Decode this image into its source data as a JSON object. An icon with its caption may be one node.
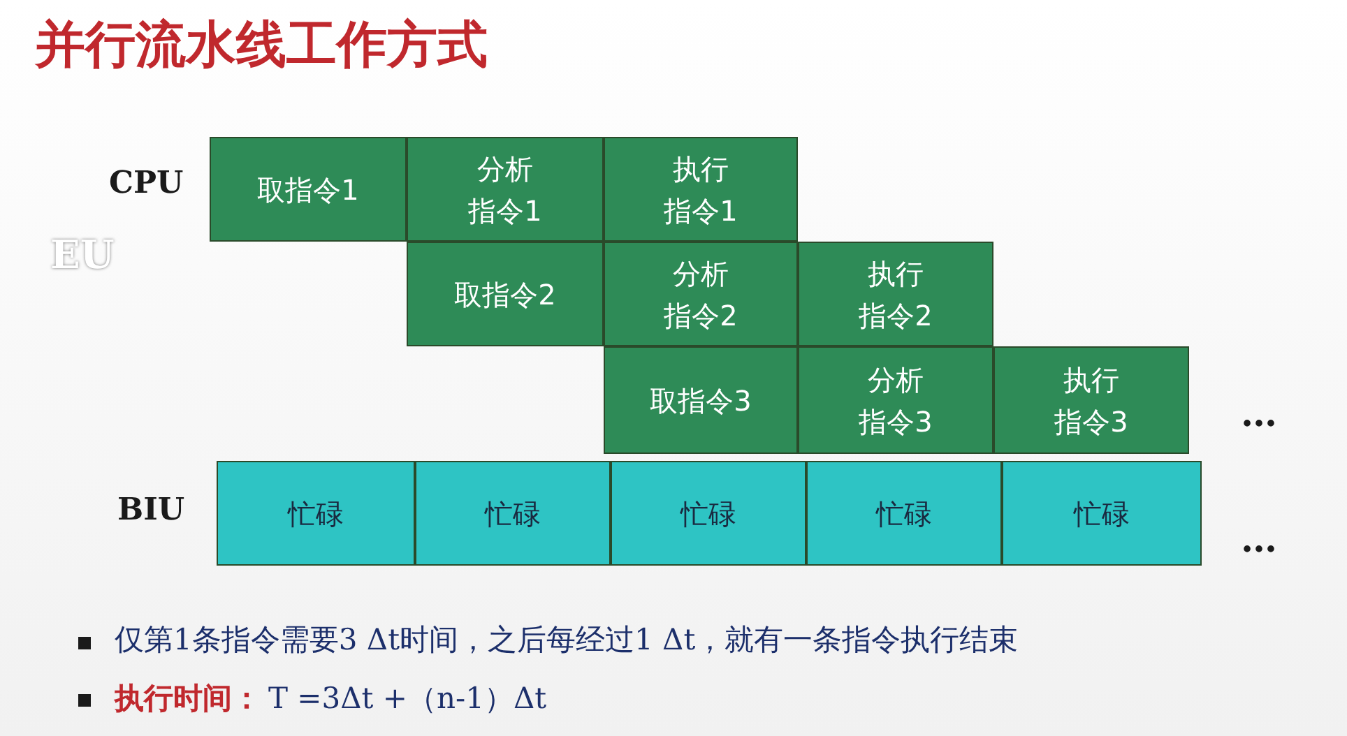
{
  "diagram": {
    "title": "并行流水线工作方式",
    "nodes": [
      {
        "text": [
          "取指令1"
        ]
      },
      {
        "text": [
          "分析指令1"
        ]
      },
      {
        "text": [
          "执行指令1"
        ]
      },
      {
        "text": [
          "取指令2"
        ]
      },
      {
        "text": [
          "分析指令2"
        ]
      },
      {
        "text": [
          "执行指令2"
        ]
      },
      {
        "text": [
          "取指令3"
        ]
      },
      {
        "text": [
          "分析指令3"
        ]
      },
      {
        "text": [
          "执行指令3"
        ]
      },
      {
        "text": [
          "忙碌"
        ]
      },
      {
        "text": [
          "忙碌"
        ]
      },
      {
        "text": [
          "忙碌"
        ]
      },
      {
        "text": [
          "忙碌"
        ]
      },
      {
        "text": [
          "忙碌"
        ]
      }
    ],
    "edges": [],
    "labels": [
      "CPU",
      "EU",
      "BIU",
      "…",
      "…",
      "仅第1条指令需要3 Δt时间，之后每经过1 Δt，就有一条指令执行结束",
      "执行时间：",
      "T =3Δt +（n-1）Δt"
    ]
  }
}
